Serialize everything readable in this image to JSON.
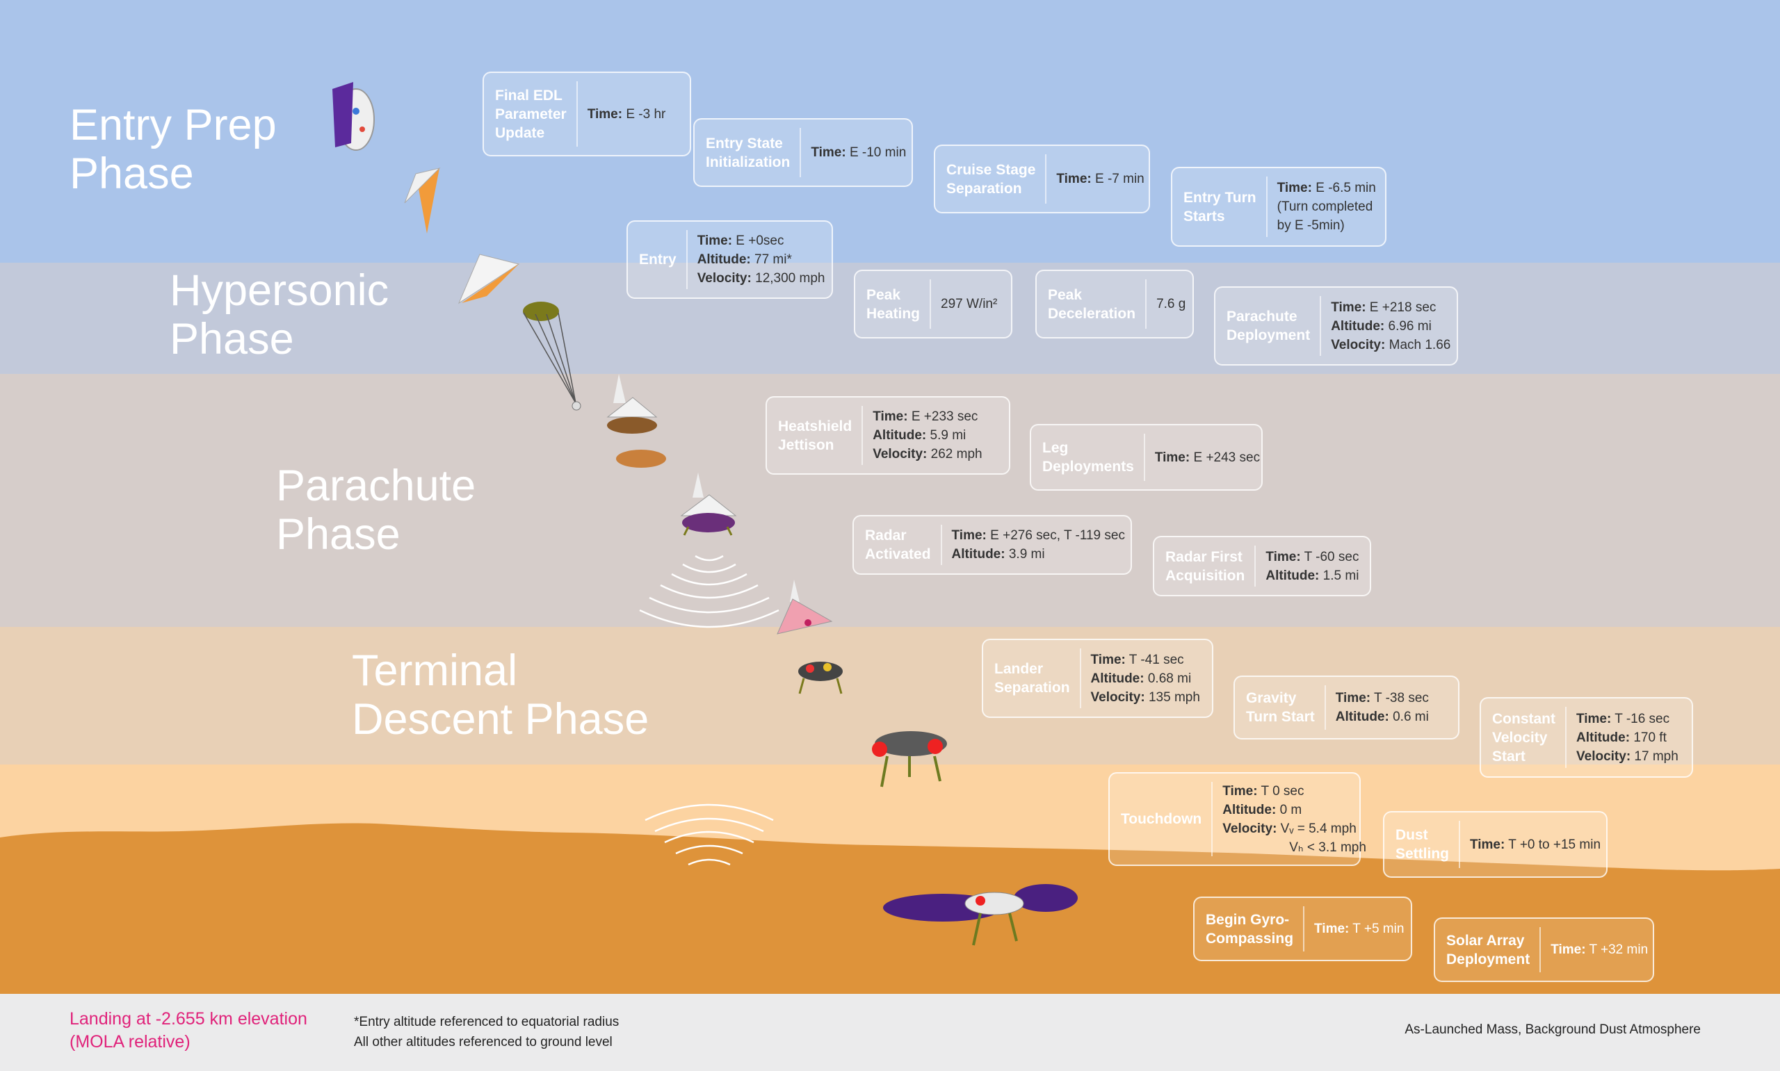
{
  "phases": [
    {
      "title": "Entry Prep\nPhase",
      "color": "#aac4ea"
    },
    {
      "title": "Hypersonic\nPhase",
      "color": "#c2c9da"
    },
    {
      "title": "Parachute\nPhase",
      "color": "#d6cdca"
    },
    {
      "title": "Terminal\nDescent Phase",
      "color": "#e8d0b6"
    },
    {
      "title": "",
      "color": "#fcd3a1"
    }
  ],
  "ground_color": "#de933a",
  "events": [
    {
      "name": "Final EDL\nParameter\nUpdate",
      "details": [
        {
          "label": "Time:",
          "value": " E -3 hr"
        }
      ]
    },
    {
      "name": "Entry State\nInitialization",
      "details": [
        {
          "label": "Time:",
          "value": " E -10 min"
        }
      ]
    },
    {
      "name": "Cruise Stage\nSeparation",
      "details": [
        {
          "label": "Time:",
          "value": " E -7 min"
        }
      ]
    },
    {
      "name": "Entry Turn\nStarts",
      "details": [
        {
          "label": "Time:",
          "value": " E -6.5 min"
        },
        {
          "label": "",
          "value": "(Turn completed"
        },
        {
          "label": "",
          "value": "by E -5min)"
        }
      ]
    },
    {
      "name": "Entry",
      "details": [
        {
          "label": "Time:",
          "value": " E +0sec"
        },
        {
          "label": "Altitude:",
          "value": " 77 mi*"
        },
        {
          "label": "Velocity:",
          "value": " 12,300 mph"
        }
      ]
    },
    {
      "name": "Peak\nHeating",
      "details": [
        {
          "label": "",
          "value": "297 W/in²"
        }
      ]
    },
    {
      "name": "Peak\nDeceleration",
      "details": [
        {
          "label": "",
          "value": "7.6 g"
        }
      ]
    },
    {
      "name": "Parachute\nDeployment",
      "details": [
        {
          "label": "Time:",
          "value": " E +218 sec"
        },
        {
          "label": "Altitude:",
          "value": " 6.96 mi"
        },
        {
          "label": "Velocity:",
          "value": " Mach 1.66"
        }
      ]
    },
    {
      "name": "Heatshield\nJettison",
      "details": [
        {
          "label": "Time:",
          "value": " E +233 sec"
        },
        {
          "label": "Altitude:",
          "value": " 5.9 mi"
        },
        {
          "label": "Velocity:",
          "value": " 262 mph"
        }
      ]
    },
    {
      "name": "Leg\nDeployments",
      "details": [
        {
          "label": "Time:",
          "value": " E +243 sec"
        }
      ]
    },
    {
      "name": "Radar\nActivated",
      "details": [
        {
          "label": "Time:",
          "value": " E +276 sec, T -119 sec"
        },
        {
          "label": "Altitude:",
          "value": " 3.9 mi"
        }
      ]
    },
    {
      "name": "Radar First\nAcquisition",
      "details": [
        {
          "label": "Time:",
          "value": " T -60 sec"
        },
        {
          "label": "Altitude:",
          "value": " 1.5 mi"
        }
      ]
    },
    {
      "name": "Lander\nSeparation",
      "details": [
        {
          "label": "Time:",
          "value": " T -41 sec"
        },
        {
          "label": "Altitude:",
          "value": " 0.68 mi"
        },
        {
          "label": "Velocity:",
          "value": " 135 mph"
        }
      ]
    },
    {
      "name": "Gravity\nTurn Start",
      "details": [
        {
          "label": "Time:",
          "value": " T -38 sec"
        },
        {
          "label": "Altitude:",
          "value": " 0.6 mi"
        }
      ]
    },
    {
      "name": "Constant\nVelocity\nStart",
      "details": [
        {
          "label": "Time:",
          "value": " T -16 sec"
        },
        {
          "label": "Altitude:",
          "value": " 170 ft"
        },
        {
          "label": "Velocity:",
          "value": " 17 mph"
        }
      ]
    },
    {
      "name": "Touchdown",
      "details": [
        {
          "label": "Time:",
          "value": " T 0 sec"
        },
        {
          "label": "Altitude:",
          "value": " 0 m"
        },
        {
          "label": "Velocity:",
          "value": " Vᵥ = 5.4 mph"
        },
        {
          "label": "",
          "value": "Vₕ < 3.1 mph"
        }
      ]
    },
    {
      "name": "Dust\nSettling",
      "details": [
        {
          "label": "Time:",
          "value": " T +0 to +15 min"
        }
      ]
    },
    {
      "name": "Begin Gyro-\nCompassing",
      "details": [
        {
          "label": "Time:",
          "value": " T +5 min"
        }
      ]
    },
    {
      "name": "Solar Array\nDeployment",
      "details": [
        {
          "label": "Time:",
          "value": " T +32 min"
        }
      ]
    }
  ],
  "footer": {
    "landing_line1": "Landing at -2.655 km elevation",
    "landing_line2": "(MOLA relative)",
    "note_line1": "*Entry altitude referenced to equatorial radius",
    "note_line2": "All other altitudes referenced to ground level",
    "right_note": "As-Launched Mass, Background Dust Atmosphere"
  }
}
